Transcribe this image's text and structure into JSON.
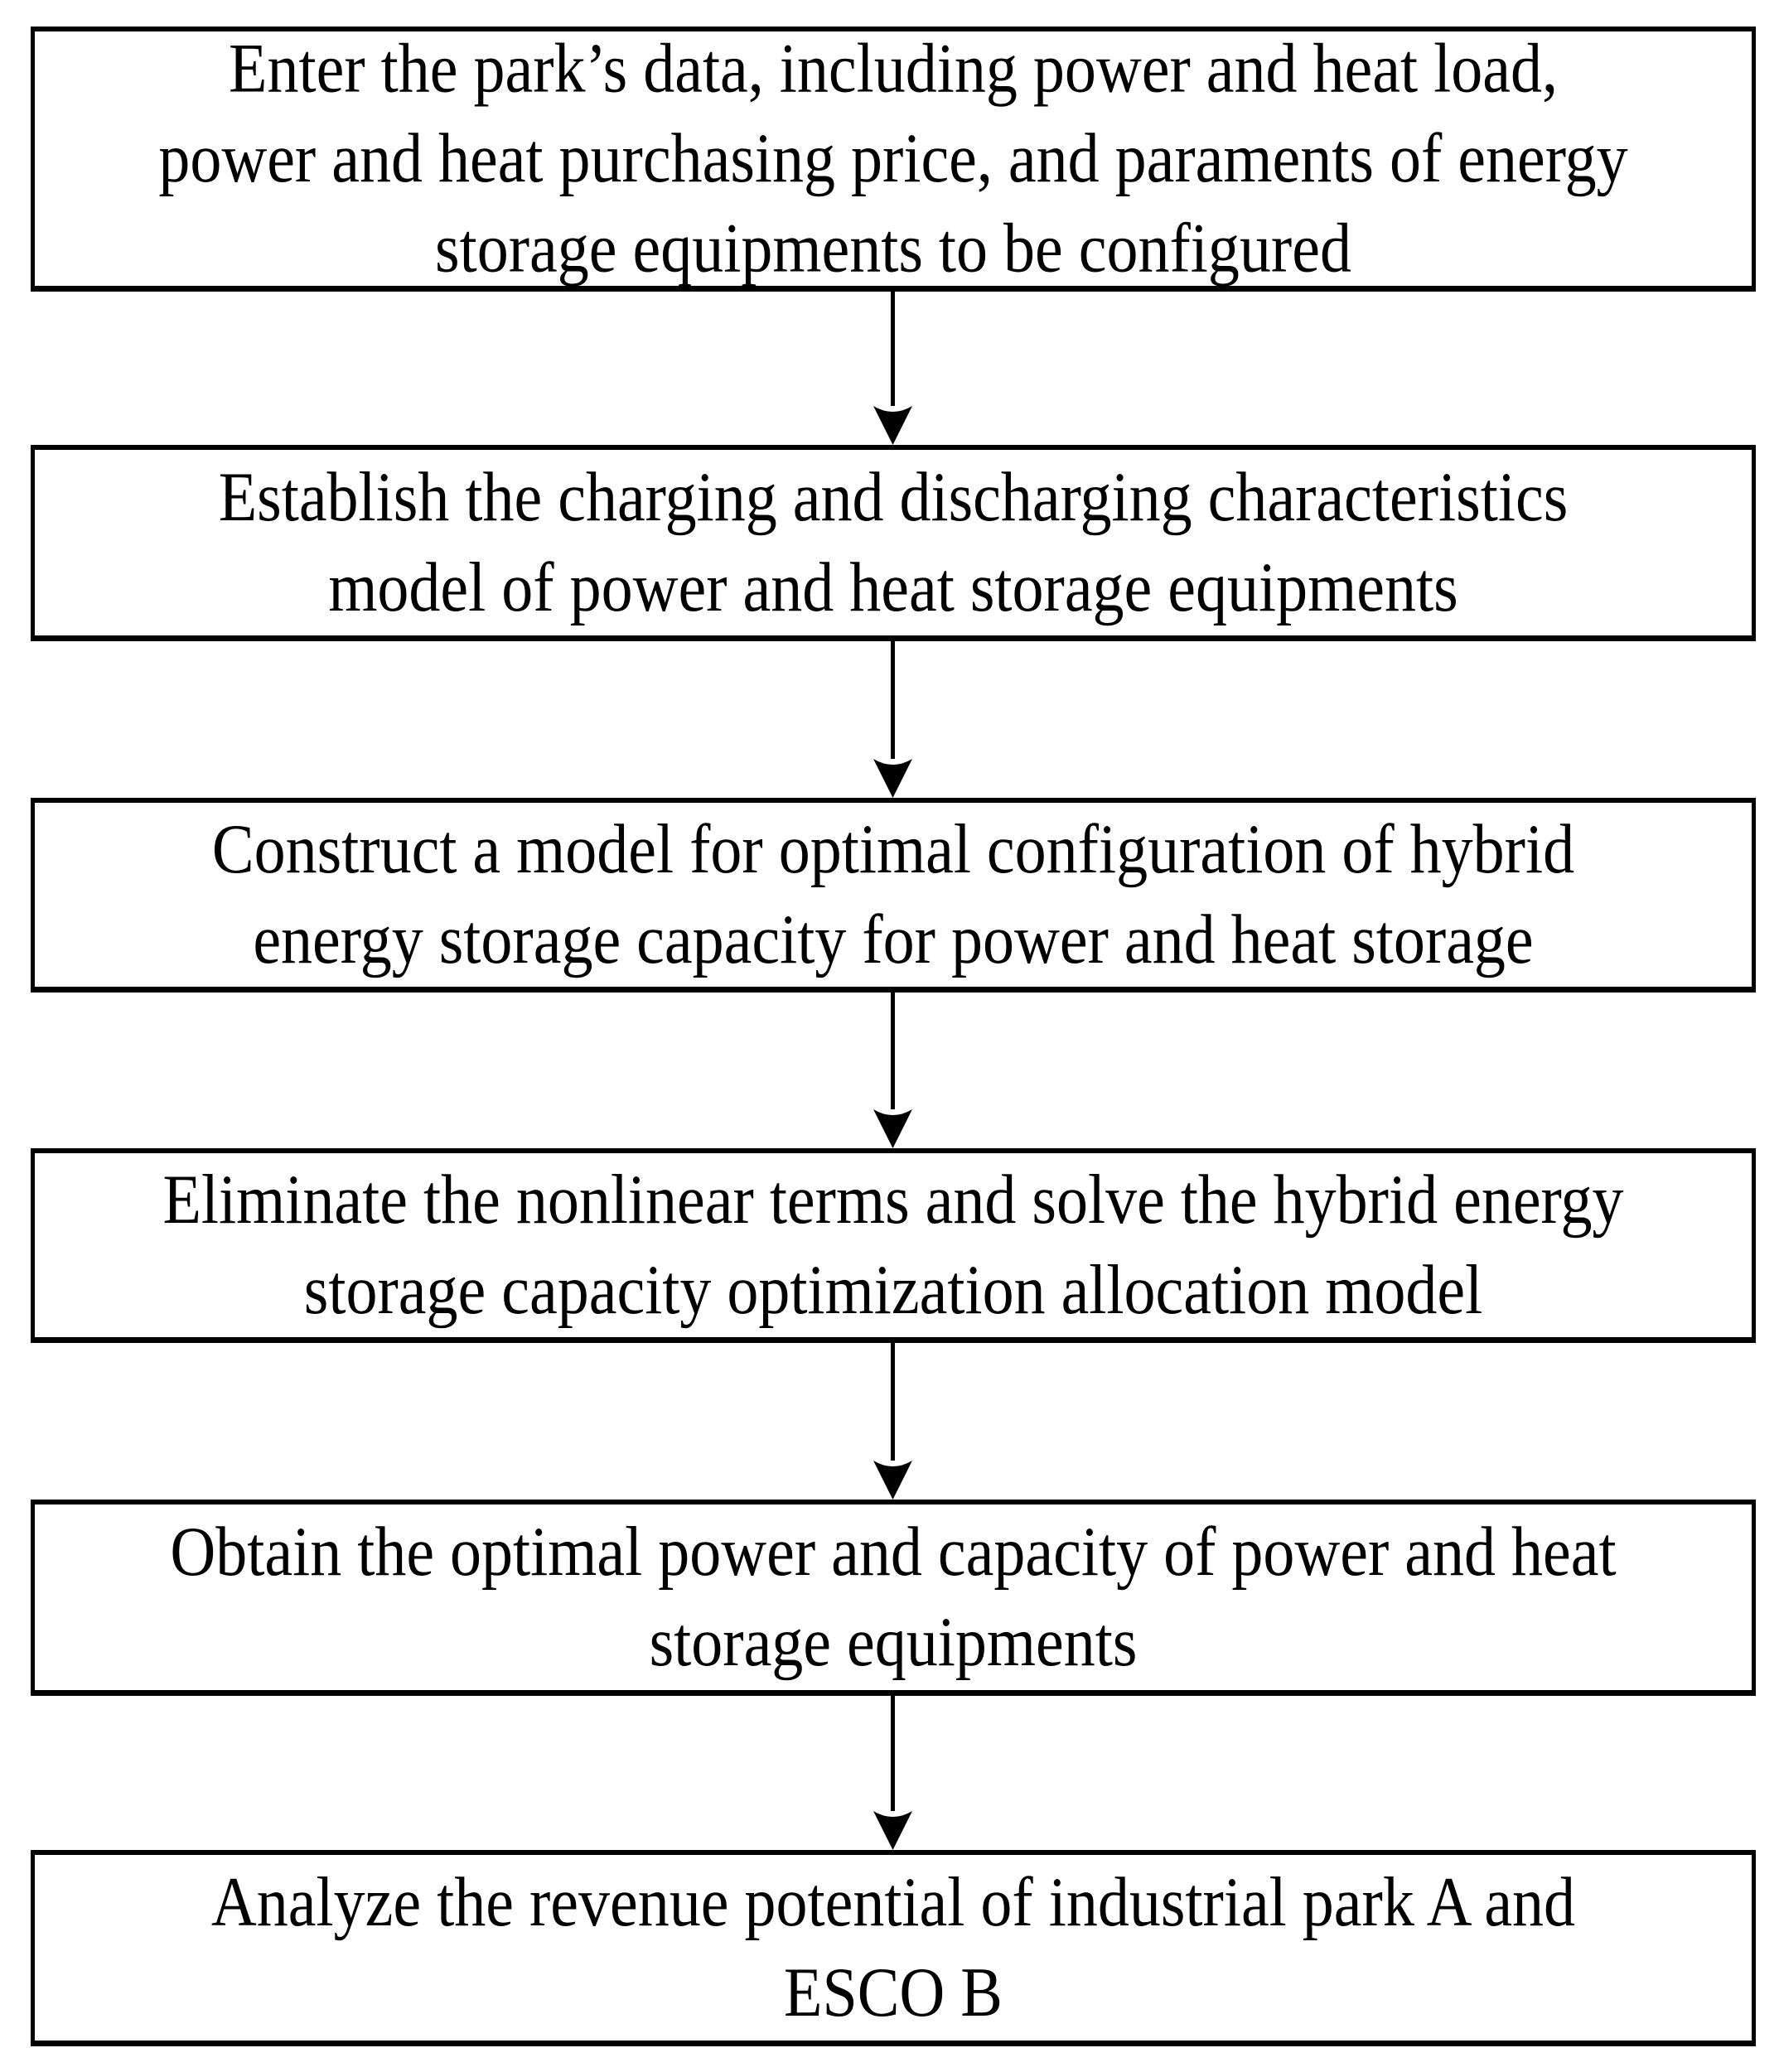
{
  "figure": {
    "type": "flowchart",
    "direction": "top-down",
    "colors": {
      "background": "#ffffff",
      "box_fill": "#ffffff",
      "box_border": "#000000",
      "text": "#000000",
      "arrow": "#000000"
    },
    "boxes": [
      {
        "id": 1,
        "lines": [
          "Enter the park’s data, including power and heat load,",
          "power and heat purchasing price, and paraments of energy",
          "storage equipments to be configured"
        ]
      },
      {
        "id": 2,
        "lines": [
          "Establish the charging and discharging characteristics",
          "model of power and heat storage equipments"
        ]
      },
      {
        "id": 3,
        "lines": [
          "Construct a model for optimal configuration of hybrid",
          "energy storage capacity for power and heat storage"
        ]
      },
      {
        "id": 4,
        "lines": [
          "Eliminate the nonlinear terms and solve the hybrid energy",
          "storage capacity optimization allocation model"
        ]
      },
      {
        "id": 5,
        "lines": [
          "Obtain the optimal power and capacity of power and heat",
          "storage equipments"
        ]
      },
      {
        "id": 6,
        "lines": [
          "Analyze the revenue potential of industrial park A and",
          "ESCO B"
        ]
      }
    ],
    "connections": [
      {
        "from": 1,
        "to": 2
      },
      {
        "from": 2,
        "to": 3
      },
      {
        "from": 3,
        "to": 4
      },
      {
        "from": 4,
        "to": 5
      },
      {
        "from": 5,
        "to": 6
      }
    ]
  }
}
